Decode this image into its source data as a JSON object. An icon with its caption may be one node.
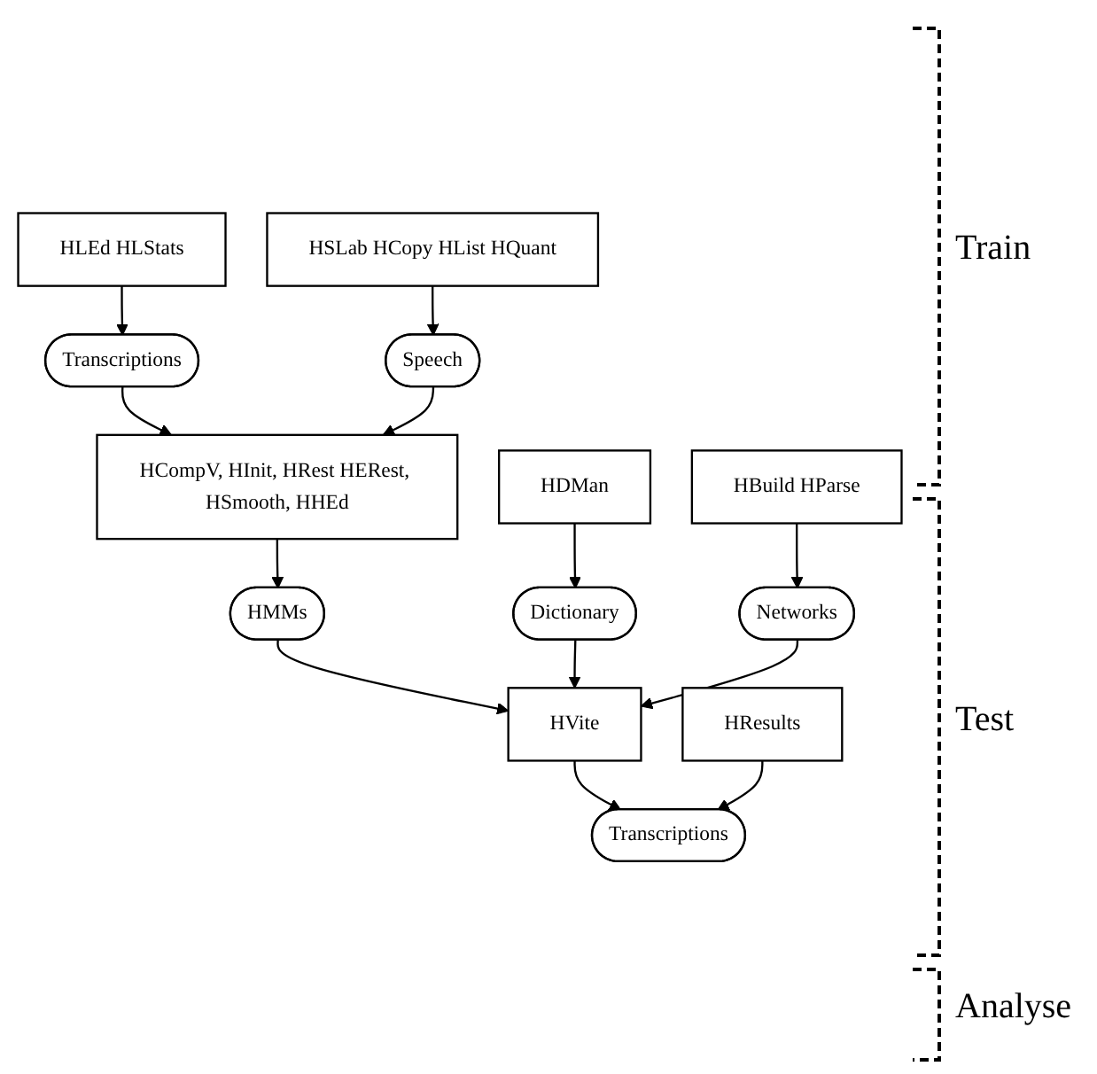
{
  "diagram": {
    "nodes": [
      {
        "text": [
          "HLEd HLStats"
        ]
      },
      {
        "text": [
          "HSLab HCopy HList HQuant"
        ]
      },
      {
        "text": [
          "Transcriptions"
        ]
      },
      {
        "text": [
          "Speech"
        ]
      },
      {
        "text": [
          "HCompV, HInit, HRest HERest, HSmooth, HHEd"
        ]
      },
      {
        "text": [
          "HMMs"
        ]
      },
      {
        "text": [
          "HDMan"
        ]
      },
      {
        "text": [
          "Dictionary"
        ]
      },
      {
        "text": [
          "HVite"
        ]
      },
      {
        "text": [
          "Networks"
        ]
      },
      {
        "text": [
          "Transcriptions"
        ]
      },
      {
        "text": [
          "HBuild HParse"
        ]
      },
      {
        "text": [
          "HResults"
        ]
      }
    ],
    "edges": [
      {
        "from": 0,
        "to": 2,
        "arrow": "to"
      },
      {
        "from": 1,
        "to": 3,
        "arrow": "to"
      },
      {
        "from": 2,
        "to": 4,
        "arrow": "to"
      },
      {
        "from": 3,
        "to": 4,
        "arrow": "to"
      },
      {
        "from": 4,
        "to": 5,
        "arrow": "to"
      },
      {
        "from": 6,
        "to": 7,
        "arrow": "to"
      },
      {
        "from": 5,
        "to": 8,
        "arrow": "to"
      },
      {
        "from": 7,
        "to": 8,
        "arrow": "to"
      },
      {
        "from": 9,
        "to": 8,
        "arrow": "to"
      },
      {
        "from": 11,
        "to": 9,
        "arrow": "to"
      },
      {
        "from": 8,
        "to": 10,
        "arrow": "to"
      },
      {
        "from": 12,
        "to": 10,
        "arrow": "to"
      }
    ],
    "labels": [
      "Train",
      "Test",
      "Analyse"
    ]
  }
}
